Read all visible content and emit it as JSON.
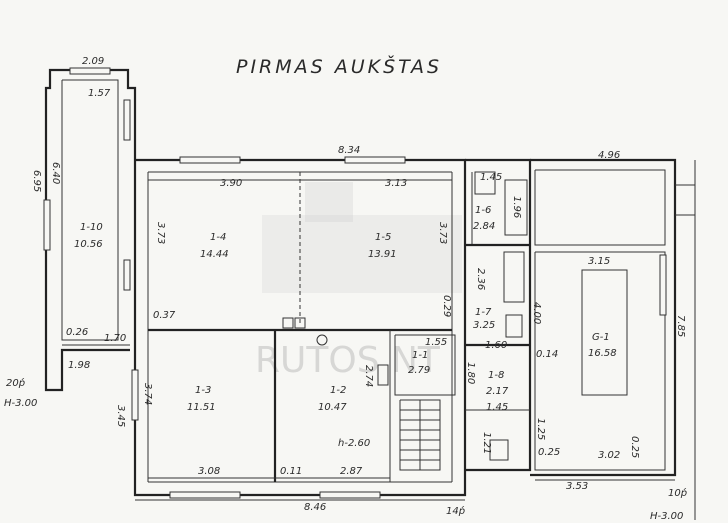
{
  "title": "PIRMAS AUKŠTAS",
  "watermark": {
    "text": "RUTOS NT"
  },
  "rooms": [
    {
      "id": "1-4",
      "area": "14.44"
    },
    {
      "id": "1-5",
      "area": "13.91"
    },
    {
      "id": "1-10",
      "area": "10.56"
    },
    {
      "id": "1-3",
      "area": "11.51"
    },
    {
      "id": "1-2",
      "area": "10.47"
    },
    {
      "id": "1-1",
      "area": "2.79"
    },
    {
      "id": "1-6",
      "area": "2.84"
    },
    {
      "id": "1-7",
      "area": "3.25"
    },
    {
      "id": "1-8",
      "area": "2.17"
    },
    {
      "id": "G-1",
      "area": "16.58"
    }
  ],
  "dims": {
    "top_left_width": "2.09",
    "tower_inner": "1.57",
    "left_height_outer": "6.95",
    "left_height_inner": "6.40",
    "main_width": "8.34",
    "garage_width": "4.96",
    "r14_width": "3.90",
    "r15_width": "3.13",
    "r110_h": "3.73",
    "r15_h": "3.73",
    "d037": "0.37",
    "d029": "0.29",
    "d026": "0.26",
    "d170": "1.70",
    "d198": "1.98",
    "r13_h": "3.74",
    "r12_h": "2.74",
    "d345": "3.45",
    "r13_w": "3.08",
    "d011": "0.11",
    "r12_w": "2.87",
    "ceiling": "h-2.60",
    "main_bottom": "8.46",
    "d155": "1.55",
    "d145a": "1.45",
    "d196": "1.96",
    "d236": "2.36",
    "d400": "4.00",
    "d160": "1.60",
    "d014": "0.14",
    "d145b": "1.45",
    "d121": "1.21",
    "d125": "1.25",
    "g_w": "3.15",
    "g_h": "7.85",
    "d025a": "0.25",
    "g_bottom_inner": "3.02",
    "d025b": "0.25",
    "g_bottom": "3.53",
    "level_left": "20ṕ",
    "level_left_h": "H-3.00",
    "level_right": "10ṕ",
    "level_right_h": "H-3.00",
    "bottom_mark": "14ṕ",
    "d180": "1.80"
  }
}
